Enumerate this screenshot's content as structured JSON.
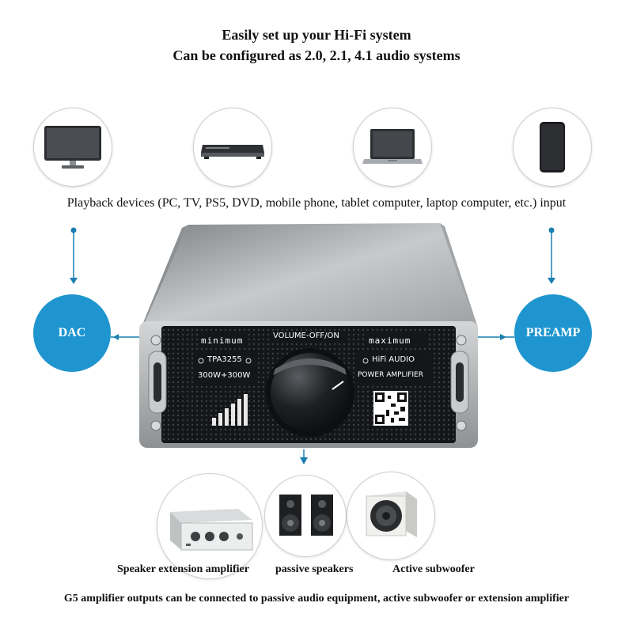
{
  "headline": {
    "line1": "Easily set up your Hi-Fi system",
    "line2": "Can be configured as 2.0, 2.1, 4.1 audio systems"
  },
  "inputs": {
    "icons": [
      "monitor-icon",
      "dvd-player-icon",
      "laptop-icon",
      "phone-icon"
    ],
    "caption": "Playback devices (PC, TV, PS5, DVD, mobile phone, tablet computer, laptop computer, etc.) input"
  },
  "hubs": {
    "left": "DAC",
    "right": "PREAMP"
  },
  "amplifier": {
    "label_min": "minimum",
    "label_volume": "VOLUME-OFF/ON",
    "label_max": "maximum",
    "chip": "TPA3255",
    "hifi": "HiFi AUDIO",
    "power_rating": "300W+300W",
    "type": "POWER AMPLIFIER"
  },
  "outputs": {
    "ext_amp_label": "Speaker extension amplifier",
    "passive_label": "passive speakers",
    "subwoofer_label": "Active subwoofer",
    "footer": "G5 amplifier outputs can be connected to passive audio equipment, active subwoofer or extension amplifier"
  },
  "colors": {
    "accent": "#1f95cf",
    "connector": "#1a7fb0",
    "amp_body": "#b9bcbd",
    "amp_face": "#141618"
  }
}
